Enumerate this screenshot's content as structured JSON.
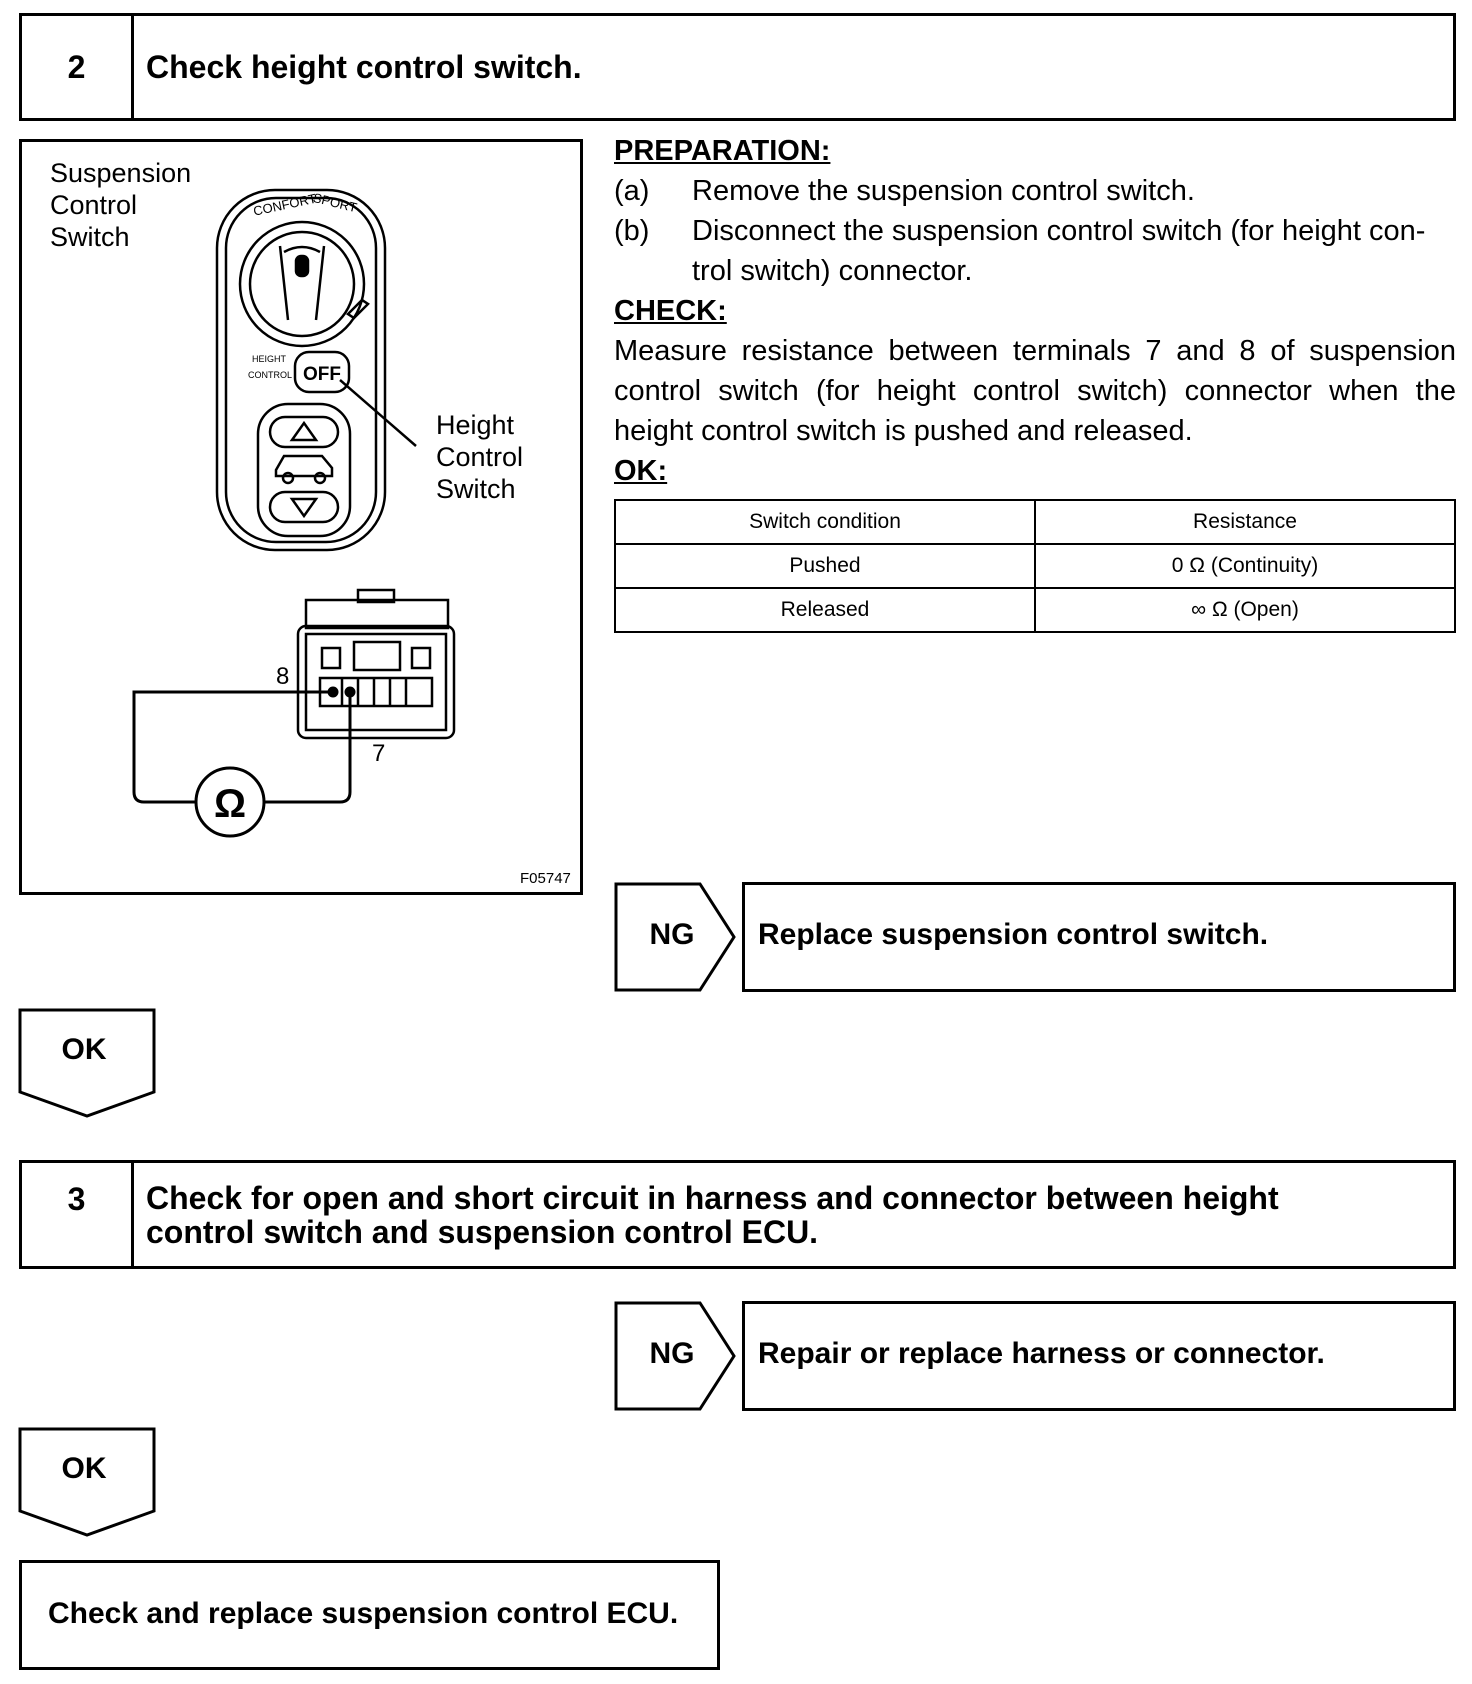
{
  "step2": {
    "number": "2",
    "title": "Check height control switch."
  },
  "figure": {
    "label_switch_line1": "Suspension",
    "label_switch_line2": "Control",
    "label_switch_line3": "Switch",
    "label_height_line1": "Height",
    "label_height_line2": "Control",
    "label_height_line3": "Switch",
    "dial_confort": "CONFORT",
    "dial_sport": "SPORT",
    "height_label_1": "HEIGHT",
    "height_label_2": "CONTROL",
    "off_label": "OFF",
    "terminal_8": "8",
    "terminal_7": "7",
    "ohm_symbol": "Ω",
    "figure_code": "F05747"
  },
  "preparation": {
    "heading": "PREPARATION:",
    "a_marker": "(a)",
    "a_text": "Remove the suspension control switch.",
    "b_marker": "(b)",
    "b_line1": "Disconnect the suspension control switch (for height con-",
    "b_line2": "trol switch) connector."
  },
  "check": {
    "heading": "CHECK:",
    "line1": "Measure resistance between terminals 7 and 8 of suspension",
    "line2": "control switch (for height control switch) connector when the",
    "line3": "height control switch is pushed and released."
  },
  "ok_heading": "OK:",
  "spec_table": {
    "headers": [
      "Switch condition",
      "Resistance"
    ],
    "rows": [
      [
        "Pushed",
        "0 Ω (Continuity)"
      ],
      [
        "Released",
        "∞ Ω (Open)"
      ]
    ]
  },
  "ng1": {
    "label": "NG",
    "action": "Replace suspension control switch."
  },
  "ok1": {
    "label": "OK"
  },
  "step3": {
    "number": "3",
    "title_line1": "Check for open and short circuit in harness and connector between height",
    "title_line2": "control switch and suspension control ECU."
  },
  "ng2": {
    "label": "NG",
    "action": "Repair or replace harness or connector."
  },
  "ok2": {
    "label": "OK"
  },
  "final": {
    "text": "Check and replace suspension control ECU."
  }
}
